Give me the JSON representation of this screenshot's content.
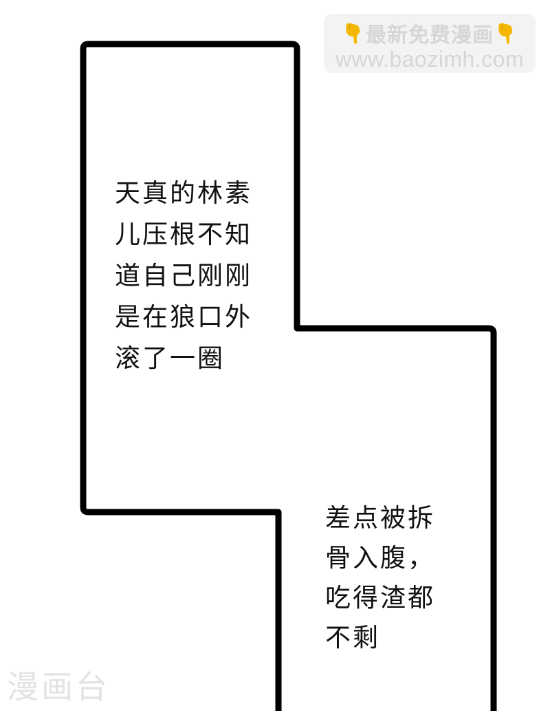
{
  "watermark": {
    "title": "最新免费漫画",
    "url": "www.baozimh.com",
    "icon_left": "pointing-down-hand-icon",
    "icon_right": "pointing-down-hand-icon",
    "accent_color": "#f5b800",
    "background_color": "#f3f3f3",
    "text_color": "#d6d6d6"
  },
  "panel": {
    "stroke_color": "#000000",
    "stroke_width": 9,
    "background_color": "#ffffff"
  },
  "captions": [
    {
      "lines": [
        "天真的林素",
        "儿压根不知",
        "道自己刚刚",
        "是在狼口外",
        "滚了一圈"
      ]
    },
    {
      "lines": [
        "差点被拆",
        "骨入腹，",
        "吃得渣都",
        "不剩"
      ]
    }
  ],
  "brand": {
    "label": "漫画台"
  }
}
